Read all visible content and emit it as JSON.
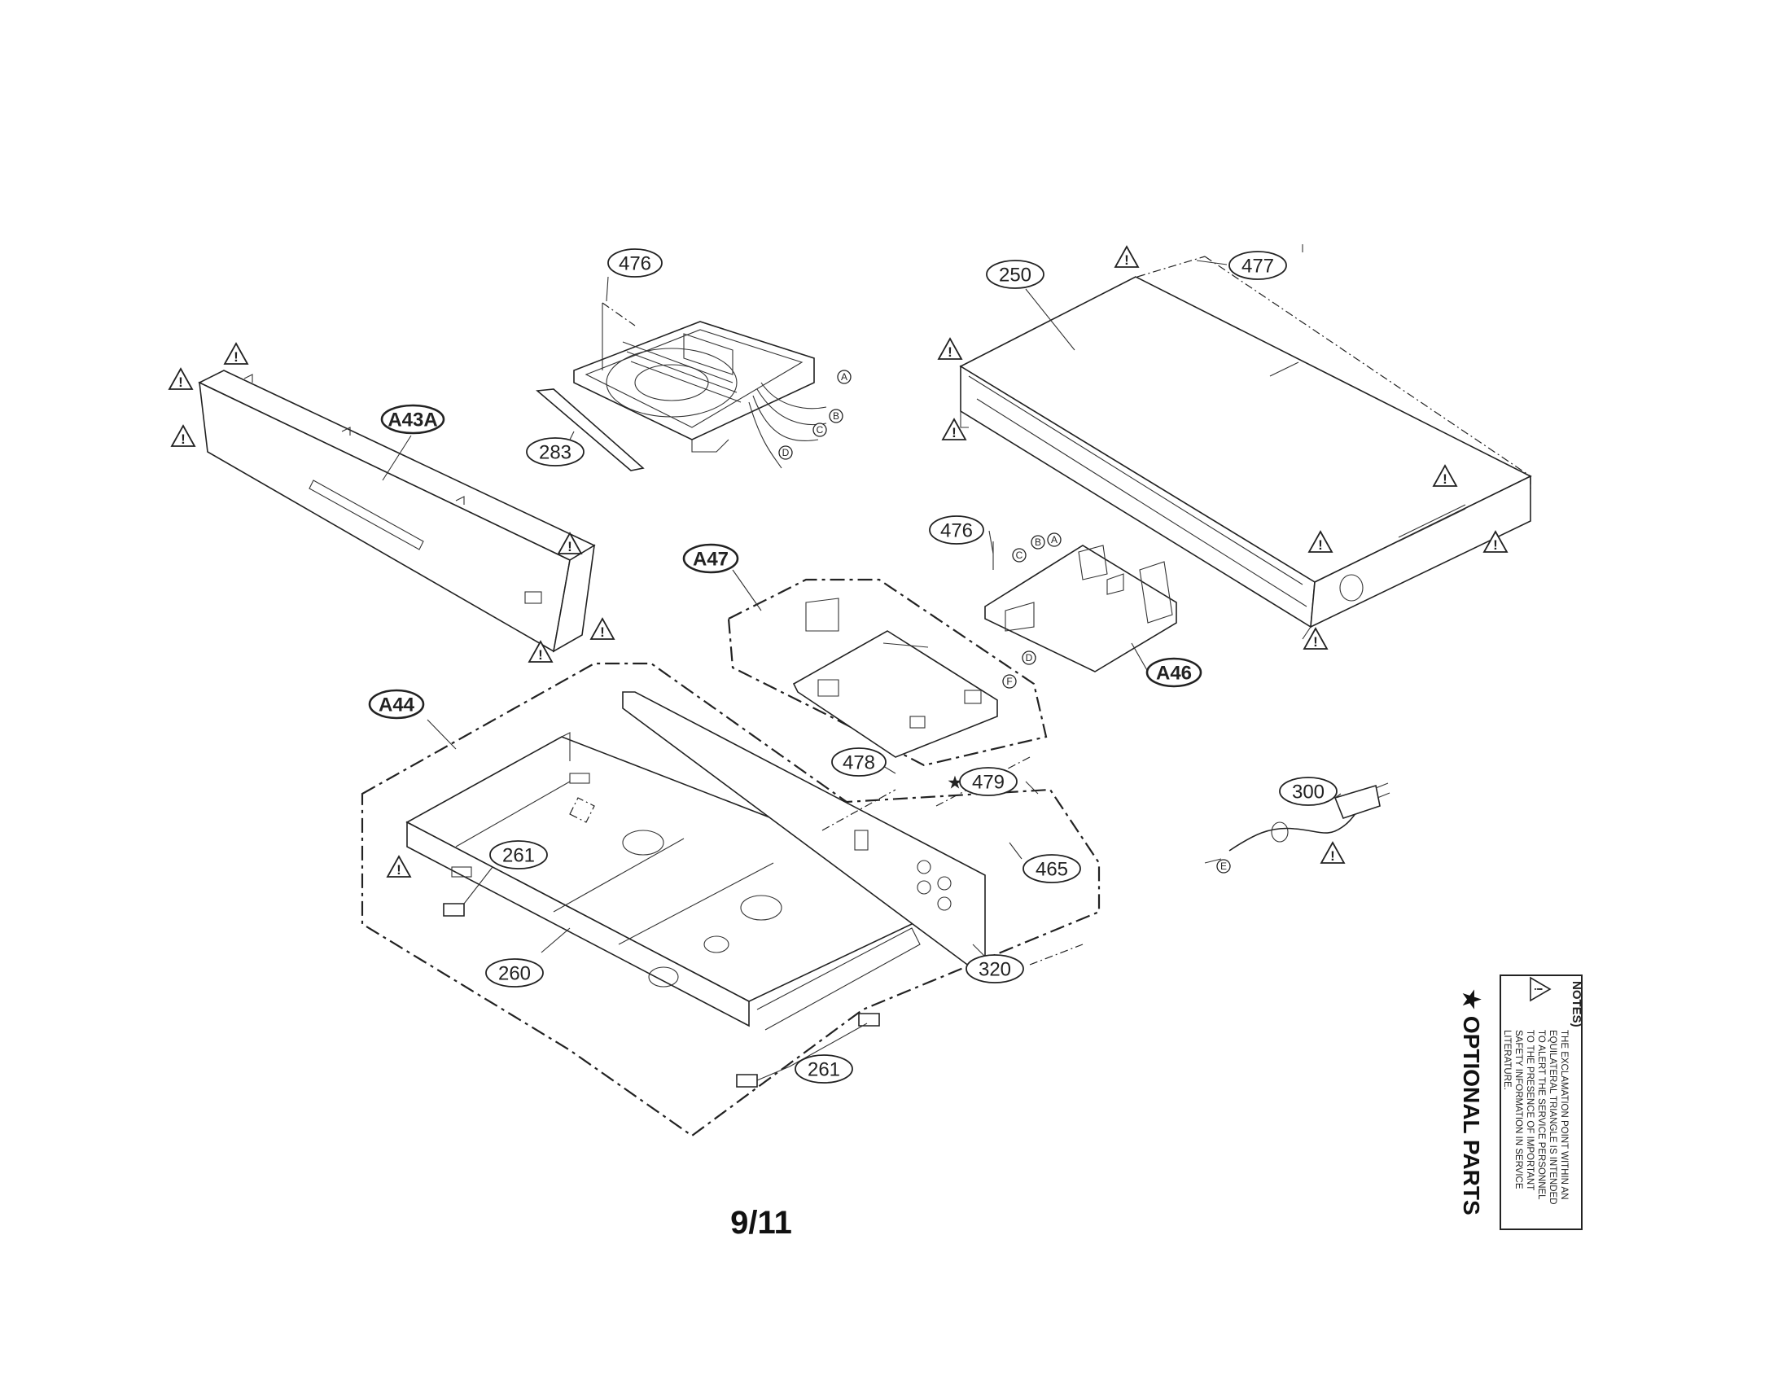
{
  "callouts": {
    "c476_top": "476",
    "c477": "477",
    "c250": "250",
    "c283": "283",
    "cA43A": "A43A",
    "c476_pcb": "476",
    "cA47": "A47",
    "cA46": "A46",
    "cA44": "A44",
    "c478": "478",
    "c479": "479",
    "c300": "300",
    "c261_a": "261",
    "c465": "465",
    "c260": "260",
    "c320": "320",
    "c261_b": "261"
  },
  "connectors": {
    "A": "A",
    "B": "B",
    "C": "C",
    "D": "D",
    "E": "E",
    "F": "F"
  },
  "optional_mark": "★",
  "warning_glyph": "!",
  "page_number": "9/11",
  "notes": {
    "title": "NOTES)",
    "lines": [
      "THE EXCLAMATION POINT WITHIN AN",
      "EQUILATERAL TRIANGLE IS INTENDED",
      "TO ALERT THE SERVICE PERSONNEL",
      "TO THE PRESENCE OF IMPORTANT",
      "SAFETY INFORMATION IN SERVICE",
      "LITERATURE."
    ]
  },
  "optional_parts_label": "★ OPTIONAL PARTS"
}
